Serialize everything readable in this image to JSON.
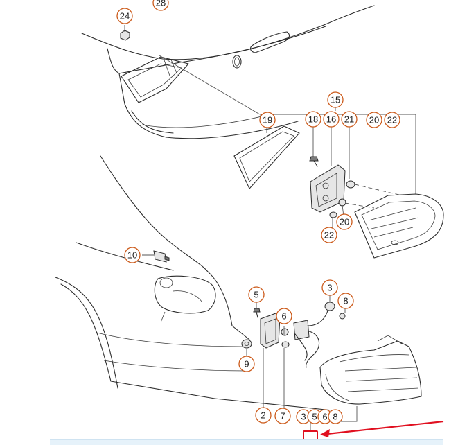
{
  "callouts": [
    {
      "id": "c28",
      "label": "28"
    },
    {
      "id": "c24",
      "label": "24"
    },
    {
      "id": "c15",
      "label": "15"
    },
    {
      "id": "c19",
      "label": "19"
    },
    {
      "id": "c18",
      "label": "18"
    },
    {
      "id": "c16",
      "label": "16"
    },
    {
      "id": "c21",
      "label": "21"
    },
    {
      "id": "c20a",
      "label": "20"
    },
    {
      "id": "c22a",
      "label": "22"
    },
    {
      "id": "c20b",
      "label": "20"
    },
    {
      "id": "c22b",
      "label": "22"
    },
    {
      "id": "c10",
      "label": "10"
    },
    {
      "id": "c5a",
      "label": "5"
    },
    {
      "id": "c3a",
      "label": "3"
    },
    {
      "id": "c8a",
      "label": "8"
    },
    {
      "id": "c6a",
      "label": "6"
    },
    {
      "id": "c9",
      "label": "9"
    },
    {
      "id": "c2",
      "label": "2"
    },
    {
      "id": "c7",
      "label": "7"
    },
    {
      "id": "c3b",
      "label": "3"
    },
    {
      "id": "c5b",
      "label": "5"
    },
    {
      "id": "c6b",
      "label": "6"
    },
    {
      "id": "c8b",
      "label": "8"
    }
  ],
  "colors": {
    "callout_ring": "#cc5a1a",
    "arrow": "#e01020",
    "highlight": "#e01020",
    "footer": "#e6f2fa"
  }
}
